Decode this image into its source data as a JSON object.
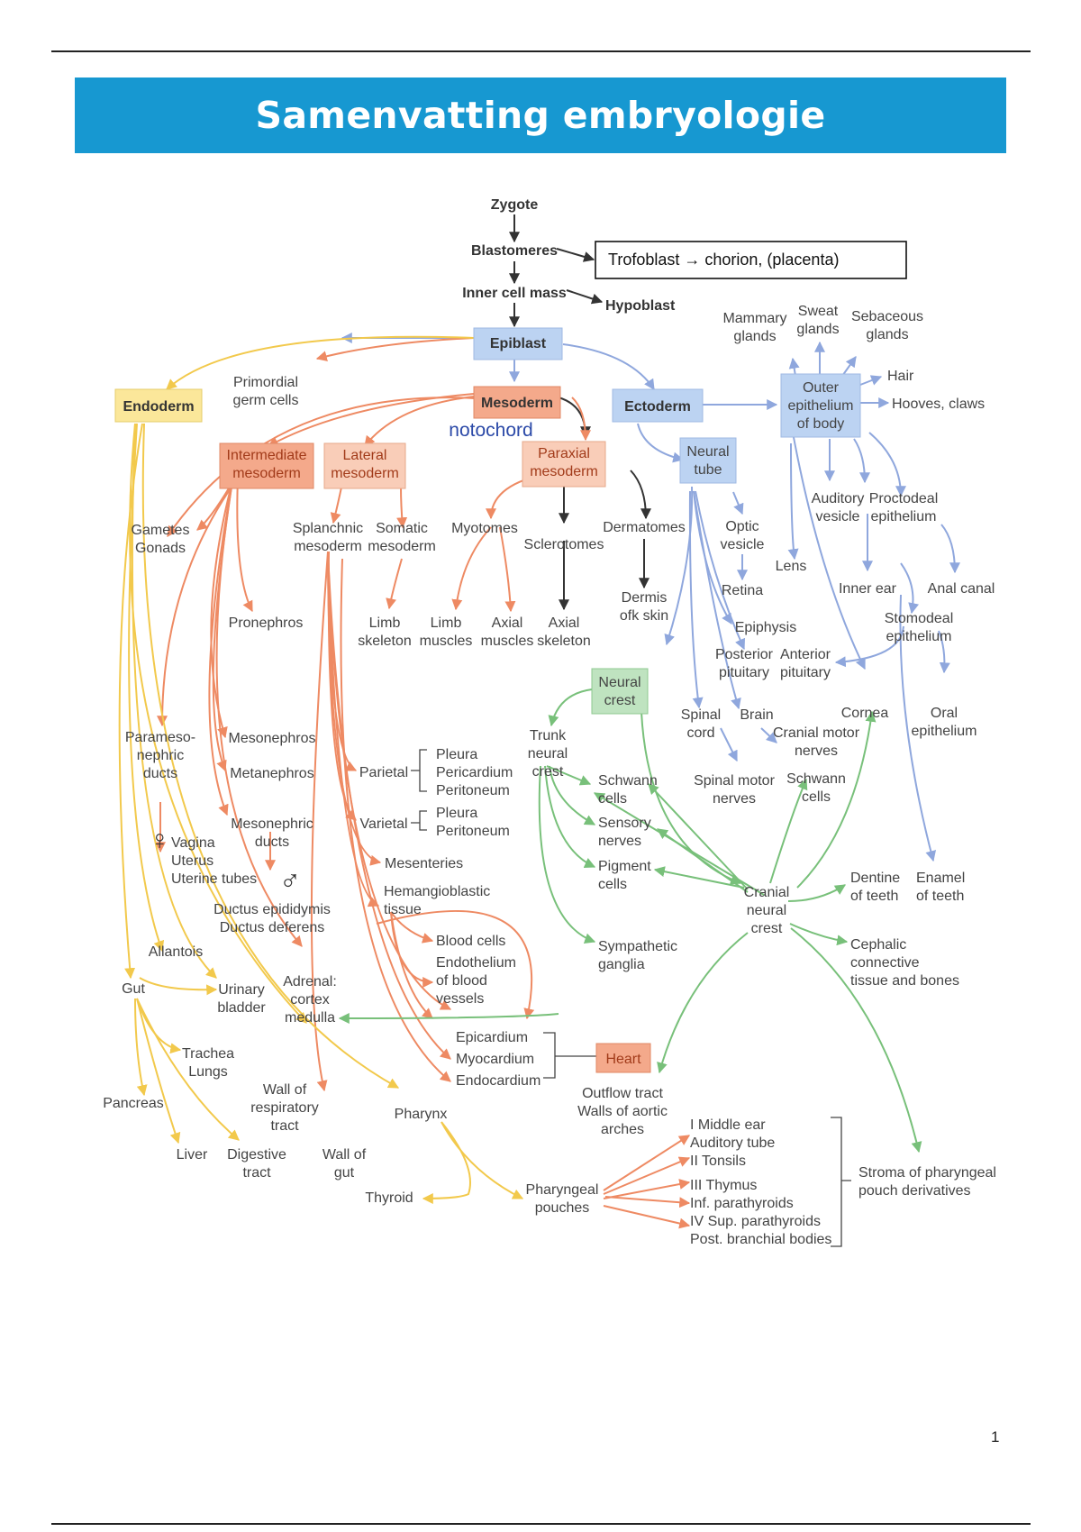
{
  "page": {
    "title": "Samenvatting embryologie",
    "page_number": "1"
  },
  "colors": {
    "banner": "#1798d1",
    "endoderm": "#f2c94c",
    "mesoderm": "#ee8a63",
    "ectoderm": "#8fa7dd",
    "neural_crest": "#78c07a",
    "black": "#333333"
  },
  "diagram": {
    "zygote": "Zygote",
    "blastomeres": "Blastomeres",
    "trofoblast": "Trofoblast → chorion, (placenta)",
    "inner_cell_mass": "Inner cell mass",
    "hypoblast": "Hypoblast",
    "epiblast": "Epiblast",
    "endoderm": "Endoderm",
    "primordial_germ_cells": [
      "Primordial",
      "germ cells"
    ],
    "mesoderm": "Mesoderm",
    "notochord": "notochord",
    "ectoderm": "Ectoderm",
    "outer_epithelium": [
      "Outer",
      "epithelium",
      "of body"
    ],
    "mammary_glands": [
      "Mammary",
      "glands"
    ],
    "sweat_glands": [
      "Sweat",
      "glands"
    ],
    "sebaceous_glands": [
      "Sebaceous",
      "glands"
    ],
    "hair": "Hair",
    "hooves_claws": "Hooves, claws",
    "intermediate_mesoderm": [
      "Intermediate",
      "mesoderm"
    ],
    "lateral_mesoderm": [
      "Lateral",
      "mesoderm"
    ],
    "paraxial_mesoderm": [
      "Paraxial",
      "mesoderm"
    ],
    "neural_tube": [
      "Neural",
      "tube"
    ],
    "auditory_vesicle": [
      "Auditory",
      "vesicle"
    ],
    "proctodeal_epithelium": [
      "Proctodeal",
      "epithelium"
    ],
    "gametes_gonads": [
      "Gametes",
      "Gonads"
    ],
    "splanchnic_mesoderm": [
      "Splanchnic",
      "mesoderm"
    ],
    "somatic_mesoderm": [
      "Somatic",
      "mesoderm"
    ],
    "myotomes": "Myotomes",
    "sclerotomes": "Sclerotomes",
    "dermatomes": "Dermatomes",
    "optic_vesicle": [
      "Optic",
      "vesicle"
    ],
    "lens": "Lens",
    "inner_ear": "Inner ear",
    "anal_canal": "Anal canal",
    "retina": "Retina",
    "dermis": [
      "Dermis",
      "ofk skin"
    ],
    "pronephros": "Pronephros",
    "limb_skeleton": [
      "Limb",
      "skeleton"
    ],
    "limb_muscles": [
      "Limb",
      "muscles"
    ],
    "axial_muscles": [
      "Axial",
      "muscles"
    ],
    "axial_skeleton": [
      "Axial",
      "skeleton"
    ],
    "epiphysis": "Epiphysis",
    "stomodeal_epithelium": [
      "Stomodeal",
      "epithelium"
    ],
    "posterior_pituitary": [
      "Posterior",
      "pituitary"
    ],
    "anterior_pituitary": [
      "Anterior",
      "pituitary"
    ],
    "neural_crest": [
      "Neural",
      "crest"
    ],
    "paramesonephric_ducts": [
      "Parameso-",
      "nephric",
      "ducts"
    ],
    "mesonephros": "Mesonephros",
    "metanephros": "Metanephros",
    "trunk_neural_crest": [
      "Trunk",
      "neural",
      "crest"
    ],
    "spinal_cord": [
      "Spinal",
      "cord"
    ],
    "brain": "Brain",
    "cranial_motor_nerves": [
      "Cranial motor",
      "nerves"
    ],
    "cornea": "Cornea",
    "oral_epithelium": [
      "Oral",
      "epithelium"
    ],
    "parietal": "Parietal",
    "parietal_items": [
      "Pleura",
      "Pericardium",
      "Peritoneum"
    ],
    "varietal": "Varietal",
    "varietal_items": [
      "Pleura",
      "Peritoneum"
    ],
    "schwann_cells_left": [
      "Schwann",
      "cells"
    ],
    "spinal_motor_nerves": [
      "Spinal motor",
      "nerves"
    ],
    "schwann_cells_right": [
      "Schwann",
      "cells"
    ],
    "mesonephric_ducts": [
      "Mesonephric",
      "ducts"
    ],
    "female_symbol": "♀",
    "female_items": [
      "Vagina",
      "Uterus",
      "Uterine tubes"
    ],
    "male_symbol": "♂",
    "sensory_nerves": [
      "Sensory",
      "nerves"
    ],
    "pigment_cells": [
      "Pigment",
      "cells"
    ],
    "mesenteries": "Mesenteries",
    "hemangioblastic_tissue": [
      "Hemangioblastic",
      "tissue"
    ],
    "cranial_neural_crest": [
      "Cranial",
      "neural",
      "crest"
    ],
    "dentine": [
      "Dentine",
      "of teeth"
    ],
    "enamel": [
      "Enamel",
      "of teeth"
    ],
    "ductus": [
      "Ductus epididymis",
      "Ductus deferens"
    ],
    "allantois": "Allantois",
    "blood_cells": "Blood cells",
    "endothelium": [
      "Endothelium",
      "of blood",
      "vessels"
    ],
    "sympathetic_ganglia": [
      "Sympathetic",
      "ganglia"
    ],
    "cephalic": [
      "Cephalic",
      "connective",
      "tissue and bones"
    ],
    "gut": "Gut",
    "urinary_bladder": [
      "Urinary",
      "bladder"
    ],
    "adrenal": [
      "Adrenal:",
      "cortex",
      "medulla"
    ],
    "heart_layers": [
      "Epicardium",
      "Myocardium",
      "Endocardium"
    ],
    "heart": "Heart",
    "trachea_lungs": [
      "Trachea",
      "Lungs"
    ],
    "pancreas": "Pancreas",
    "wall_respiratory": [
      "Wall of",
      "respiratory",
      "tract"
    ],
    "pharynx": "Pharynx",
    "outflow_tract": [
      "Outflow tract",
      "Walls of aortic",
      "arches"
    ],
    "liver": "Liver",
    "digestive_tract": [
      "Digestive",
      "tract"
    ],
    "wall_gut": [
      "Wall of",
      "gut"
    ],
    "thyroid": "Thyroid",
    "pharyngeal_pouches": [
      "Pharyngeal",
      "pouches"
    ],
    "pouch_list": [
      "I Middle ear",
      "Auditory tube",
      "II Tonsils",
      "III Thymus",
      "Inf. parathyroids",
      "IV Sup. parathyroids",
      "Post. branchial bodies"
    ],
    "stroma": [
      "Stroma of pharyngeal",
      "pouch derivatives"
    ]
  }
}
